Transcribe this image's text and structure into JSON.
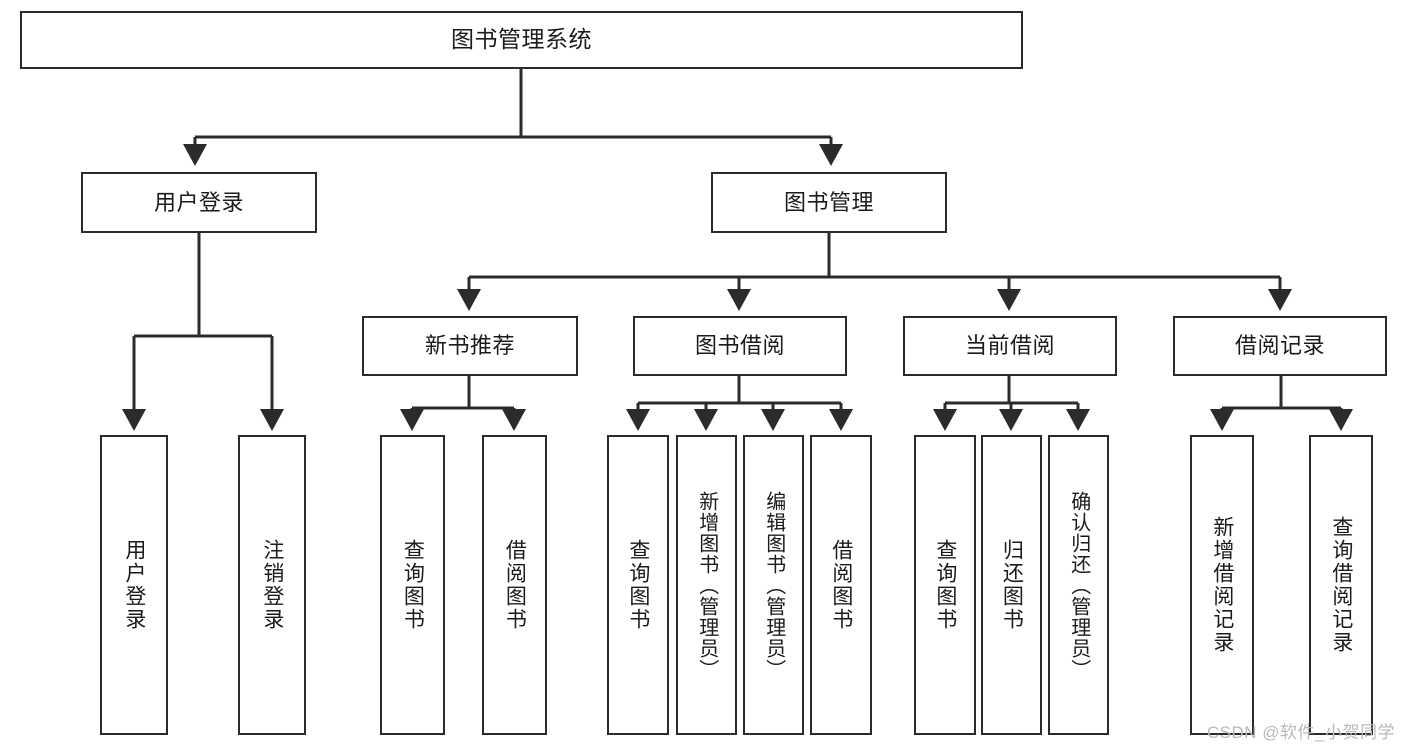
{
  "diagram": {
    "title": "图书管理系统",
    "type": "tree-hierarchy",
    "nodes": {
      "root": {
        "label": "图书管理系统"
      },
      "level2": [
        {
          "id": "user-login",
          "label": "用户登录"
        },
        {
          "id": "book-manage",
          "label": "图书管理"
        }
      ],
      "level3": [
        {
          "id": "new-book-recommend",
          "label": "新书推荐"
        },
        {
          "id": "book-borrow",
          "label": "图书借阅"
        },
        {
          "id": "current-borrow",
          "label": "当前借阅"
        },
        {
          "id": "borrow-record",
          "label": "借阅记录"
        }
      ],
      "leaves": [
        {
          "id": "leaf-user-login",
          "label": "用户登录",
          "parent": "user-login"
        },
        {
          "id": "leaf-user-logout",
          "label": "注销登录",
          "parent": "user-login"
        },
        {
          "id": "leaf-query-book-1",
          "label": "查询图书",
          "parent": "new-book-recommend"
        },
        {
          "id": "leaf-borrow-book-1",
          "label": "借阅图书",
          "parent": "new-book-recommend"
        },
        {
          "id": "leaf-query-book-2",
          "label": "查询图书",
          "parent": "book-borrow"
        },
        {
          "id": "leaf-add-book",
          "label": "新增图书（管理员）",
          "parent": "book-borrow"
        },
        {
          "id": "leaf-edit-book",
          "label": "编辑图书（管理员）",
          "parent": "book-borrow"
        },
        {
          "id": "leaf-borrow-book-2",
          "label": "借阅图书",
          "parent": "book-borrow"
        },
        {
          "id": "leaf-query-book-3",
          "label": "查询图书",
          "parent": "current-borrow"
        },
        {
          "id": "leaf-return-book",
          "label": "归还图书",
          "parent": "current-borrow"
        },
        {
          "id": "leaf-confirm-return",
          "label": "确认归还（管理员）",
          "parent": "current-borrow"
        },
        {
          "id": "leaf-add-record",
          "label": "新增借阅记录",
          "parent": "borrow-record"
        },
        {
          "id": "leaf-query-record",
          "label": "查询借阅记录",
          "parent": "borrow-record"
        }
      ]
    },
    "colors": {
      "border": "#2b2b2b",
      "background": "#ffffff",
      "text": "#1b1b1b",
      "edge": "#2b2b2b",
      "watermark": "#b9b9b9"
    }
  },
  "watermark": {
    "text": "CSDN @软件_小贺同学"
  }
}
